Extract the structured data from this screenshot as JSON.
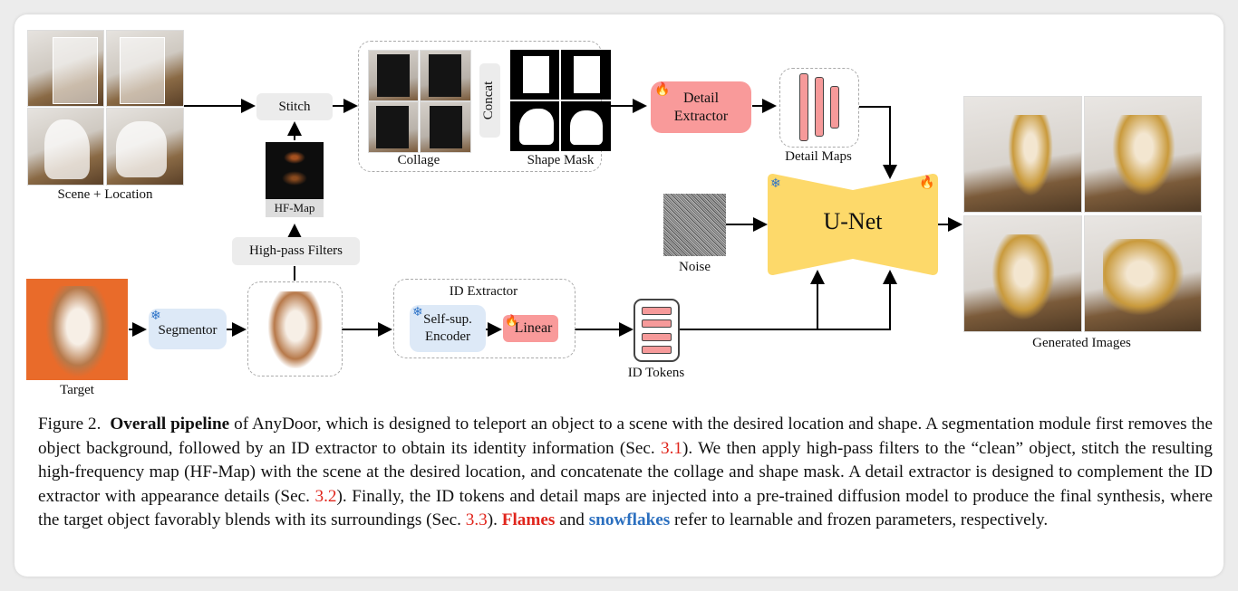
{
  "figure": {
    "scene_label": "Scene + Location",
    "stitch_label": "Stitch",
    "hf_map_label": "HF-Map",
    "high_pass_label": "High-pass Filters",
    "collage_label": "Collage",
    "concat_label": "Concat",
    "shape_mask_label": "Shape Mask",
    "detail_extractor_label": "Detail Extractor",
    "detail_maps_label": "Detail Maps",
    "noise_label": "Noise",
    "unet_label": "U-Net",
    "generated_label": "Generated Images",
    "target_label": "Target",
    "segmentor_label": "Segmentor",
    "id_extractor_label": "ID Extractor",
    "encoder_label": "Self-sup. Encoder",
    "linear_label": "Linear",
    "id_tokens_label": "ID Tokens",
    "icons": {
      "learnable": "flame-icon",
      "frozen": "snowflake-icon"
    },
    "colors": {
      "learnable": "#f99a9a",
      "frozen": "#dde9f7",
      "unet": "#fdd96a",
      "flame": "#e8261d",
      "snowflake": "#2f74c8"
    }
  },
  "caption": {
    "figure_number": "Figure 2.",
    "title_bold": "Overall pipeline",
    "part1": " of AnyDoor, which is designed to teleport an object to a scene with the desired location and shape. A segmentation module first removes the object background, followed by an ID extractor to obtain its identity information (Sec. ",
    "ref1": "3.1",
    "part2": "). We then apply high-pass filters to the “clean” object, stitch the resulting high-frequency map (HF-Map) with the scene at the desired location, and concatenate the collage and shape mask. A detail extractor is designed to complement the ID extractor with appearance details (Sec. ",
    "ref2": "3.2",
    "part3": "). Finally, the ID tokens and detail maps are injected into a pre-trained diffusion model to produce the final synthesis, where the target object favorably blends with its surroundings (Sec. ",
    "ref3": "3.3",
    "part4": "). ",
    "flames_word": "Flames",
    "and_word": " and ",
    "snowflakes_word": "snowflakes",
    "part5": " refer to learnable and frozen parameters, respectively."
  }
}
